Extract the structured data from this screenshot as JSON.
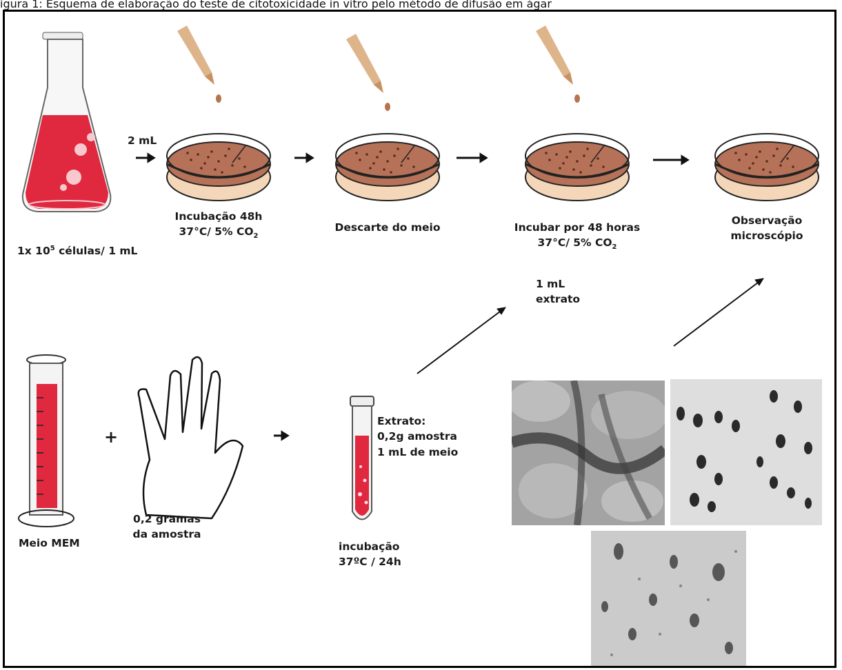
{
  "figure": {
    "caption": "igura 1: Esquema de elaboração do teste de citotoxicidade in vitro pelo método de difusão em ágar"
  },
  "labels": {
    "flask": {
      "line1_pre": "1x 10",
      "line1_sup": "5",
      "line1_post": " células/ 1 mL"
    },
    "transfer_volume": "2 mL",
    "step1": {
      "line1": "Incubação 48h",
      "line2_pre": "37°C/ 5% CO",
      "line2_sub": "2"
    },
    "step2": {
      "line1": "Descarte do meio"
    },
    "step3": {
      "line1": "Incubar por 48 horas",
      "line2_pre": "37°C/ 5% CO",
      "line2_sub": "2"
    },
    "step4": {
      "line1": "Observação",
      "line2": "microscópio"
    },
    "extract_volume": {
      "line1": "1 mL",
      "line2": "extrato"
    },
    "medium": "Meio MEM",
    "plus": "+",
    "sample": {
      "line1": "0,2 gramas",
      "line2": "da amostra"
    },
    "extract": {
      "line1": "Extrato:",
      "line2": "0,2g amostra",
      "line3": "1 mL de meio"
    },
    "incubation": {
      "line1": "incubação",
      "line2": "37ºC / 24h"
    }
  },
  "colors": {
    "medium_red": "#e0283f",
    "agar_brown": "#b57258",
    "dish_base": "#f3d7b8",
    "dropper": "#d8a777"
  }
}
